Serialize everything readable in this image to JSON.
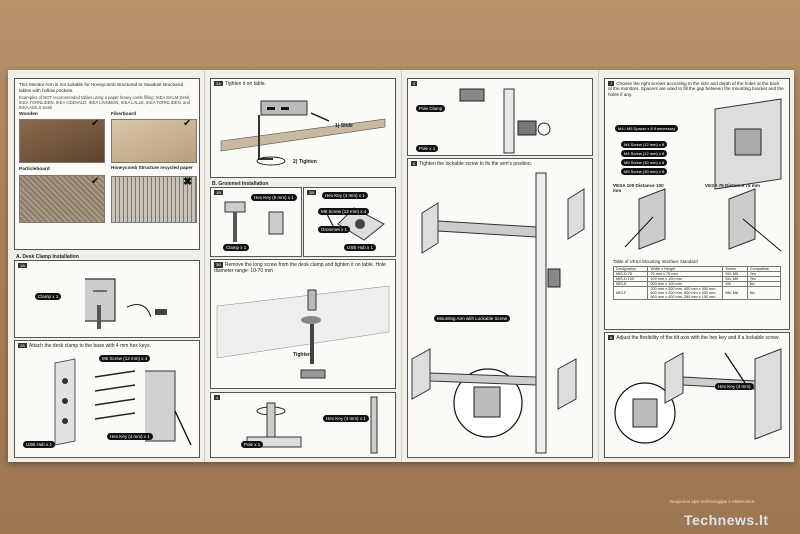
{
  "warning": {
    "title": "This Monitor Arm is not suitable for Honeycomb structured or Sawdust structured tables with hollow pockets.",
    "examples": "Examples of NOT recommended tables using a paper honey comb filling: IKEA MALM Desk, IKEA TORNLIDEN, IKEA ODDVALD, IKEA LINNMON, IKEA LALLE, IKEA TORNLIDEN, and IKEA ADILS Desk",
    "materials": [
      {
        "label": "Wooden",
        "ok": true
      },
      {
        "label": "Fiberboard",
        "ok": true
      },
      {
        "label": "Particleboard",
        "ok": true
      },
      {
        "label": "Honeycomb Structure recycled paper",
        "ok": false
      }
    ]
  },
  "desk_clamp": {
    "heading": "A. Desk Clamp Installation",
    "step1": {
      "num": "1A",
      "badge": "Clamp x 1"
    },
    "step2": {
      "num": "2A",
      "text": "Attach the desk clamp to the base with 4 mm hex keys.",
      "badge_screw": "M6 Screw (12 mm) x 4",
      "badge_hub": "USB Hub x 1",
      "badge_key": "Hex Key (4 mm) x 1"
    }
  },
  "tighten": {
    "num": "3A",
    "title": "Tighten it on table.",
    "slide": "1) Slide",
    "tighten": "2) Tighten"
  },
  "grommet": {
    "heading": "B. Grommet Installation",
    "step1": {
      "num": "1B",
      "badges": [
        "Hex Key (5 mm) x 1",
        "Clamp x 1"
      ]
    },
    "step2": {
      "num": "2B",
      "badges": [
        "Hex Key (4 mm) x 1",
        "M6 Screw (12 mm) x 4",
        "Grommet x 1",
        "USB Hub x 1"
      ]
    },
    "step3": {
      "num": "3B",
      "text": "Remove the long screw from the desk clamp and tighten it on table. Hole diameter range: 10-70 mm",
      "tighten": "Tighten"
    },
    "step4": {
      "num": "4",
      "badges": [
        "Pole x 1",
        "Hex Key (3 mm) x 1"
      ]
    }
  },
  "pole": {
    "num": "5",
    "badges": [
      "Pole Clamp",
      "Pole x 1"
    ]
  },
  "arm": {
    "num": "6",
    "title": "Tighten the lockable screw to fix the arm's position.",
    "badge": "Mounting Arm with Lockable Screw"
  },
  "screws": {
    "num": "7",
    "title": "Choose the right screws according to the size and depth of the holes at the back of the monitors. Spacers are used to fill the gap between the mounting bracket and the holes if any.",
    "spacer": "M4 / M5 Spacer x 8 if necessary",
    "list": [
      "M4 Screw (12 mm) x 8",
      "M4 Screw (12 mm) x 8",
      "M5 Screw (30 mm) x 8",
      "M5 Screw (30 mm) x 8"
    ],
    "vesa100": "VESA 100 Distance 100 mm",
    "vesa75": "VESA 75 Distance 75 mm",
    "table_title": "Table of VESA Mounting Interface Standard",
    "table_head": [
      "Designation",
      "Width x Height",
      "Screw",
      "Compatible"
    ],
    "table_rows": [
      [
        "MIS-D 75",
        "75 mm x 75 mm",
        "M4, M5",
        "Yes"
      ],
      [
        "MIS-D 100",
        "100 mm x 100 mm",
        "M4, M5",
        "Yes"
      ],
      [
        "MIS-E",
        "200 mm x 100 mm",
        "M4",
        "No"
      ],
      [
        "MIS-F",
        "200 mm x 200 mm, 400 mm x 400 mm, 600 mm x 200 mm, 600 mm x 400 mm, 800 mm x 400 mm, 280 mm x 150 mm",
        "M6, M8",
        "No"
      ]
    ]
  },
  "adjust": {
    "num": "8",
    "title": "Adjust the flexibility of the tilt axis with the hex key and if a lockable screw.",
    "badge": "Hex Key (4 mm)"
  },
  "watermark": {
    "brand": "Technews.lt",
    "tagline": "Naujienos apie technologijas ir elektronika"
  },
  "colors": {
    "table": "#a8825c",
    "paper": "#f1efea",
    "badge": "#111111",
    "accent": "#2b6cb0"
  }
}
